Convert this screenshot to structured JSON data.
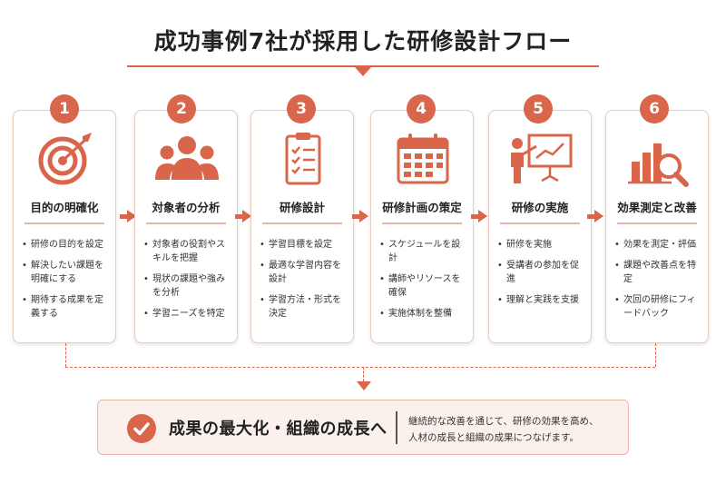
{
  "title": "成功事例7社が採用した研修設計フロー",
  "colors": {
    "accent": "#d9654a",
    "card_border": "#ecc9bf",
    "result_bg": "#fbf1ec"
  },
  "steps": [
    {
      "num": "1",
      "icon": "target-icon",
      "title": "目的の明確化",
      "items": [
        "研修の目的を設定",
        "解決したい課題を明確にする",
        "期待する成果を定義する"
      ]
    },
    {
      "num": "2",
      "icon": "people-group-icon",
      "title": "対象者の分析",
      "items": [
        "対象者の役割やスキルを把握",
        "現状の課題や強みを分析",
        "学習ニーズを特定"
      ]
    },
    {
      "num": "3",
      "icon": "checklist-clipboard-icon",
      "title": "研修設計",
      "items": [
        "学習目標を設定",
        "最適な学習内容を設計",
        "学習方法・形式を決定"
      ]
    },
    {
      "num": "4",
      "icon": "calendar-icon",
      "title": "研修計画の策定",
      "items": [
        "スケジュールを設計",
        "講師やリソースを確保",
        "実施体制を整備"
      ]
    },
    {
      "num": "5",
      "icon": "presenter-whiteboard-icon",
      "title": "研修の実施",
      "items": [
        "研修を実施",
        "受講者の参加を促進",
        "理解と実践を支援"
      ]
    },
    {
      "num": "6",
      "icon": "chart-magnifier-icon",
      "title": "効果測定と改善",
      "items": [
        "効果を測定・評価",
        "課題や改善点を特定",
        "次回の研修にフィードバック"
      ]
    }
  ],
  "result": {
    "title": "成果の最大化・組織の成長へ",
    "desc_line1": "継続的な改善を通じて、研修の効果を高め、",
    "desc_line2": "人材の成長と組織の成果につなげます。"
  }
}
